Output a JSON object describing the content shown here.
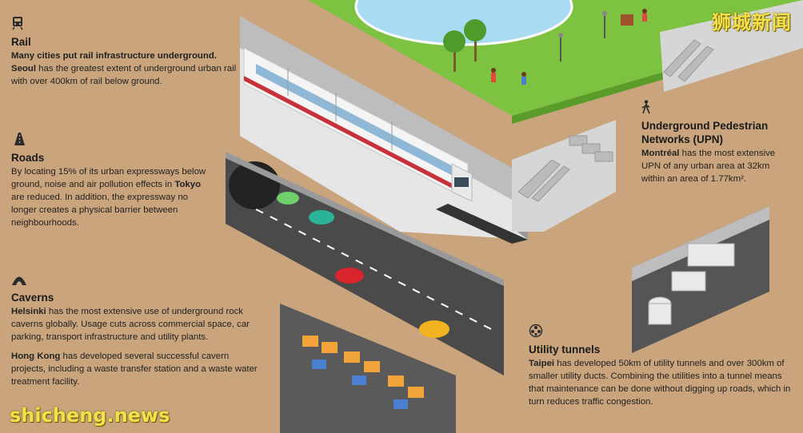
{
  "rail": {
    "title": "Rail",
    "lead": "Many cities put rail infrastructure underground.",
    "city": "Seoul",
    "rest": " has the greatest extent of underground urban rail with over 400km of rail below ground."
  },
  "roads": {
    "title": "Roads",
    "text1": "By locating 15% of its urban expressways below ground, noise and air pollution effects in ",
    "city": "Tokyo",
    "text2": " are reduced. In addition, the expressway no longer creates a physical barrier between neighbourhoods."
  },
  "caverns": {
    "title": "Caverns",
    "city1": "Helsinki",
    "text1": " has the most extensive use of underground rock caverns globally. Usage cuts across commercial space, car parking, transport infrastructure and utility plants.",
    "city2": "Hong Kong",
    "text2": " has developed several successful cavern projects, including a waste transfer station and a waste water treatment facility."
  },
  "upn": {
    "title": "Underground Pedestrian Networks (UPN)",
    "city": "Montréal",
    "text": " has the most extensive UPN of any urban area at 32km within an area of 1.77km²."
  },
  "utility": {
    "title": "Utility tunnels",
    "city": "Taipei",
    "text": " has developed 50km of utility tunnels and over 300km of smaller utility ducts. Combining the utilities into a tunnel means that maintenance can be done without digging up roads, which in turn reduces traffic congestion."
  },
  "watermarks": {
    "top_right": "狮城新闻",
    "bottom_left": "shicheng.news"
  },
  "colors": {
    "soil": "#c9a47c",
    "grass": "#7ec242",
    "water": "#a9dcf2",
    "road": "#4a4a4a",
    "train_stripe": "#c8313a",
    "watermark": "#f4e04a"
  }
}
